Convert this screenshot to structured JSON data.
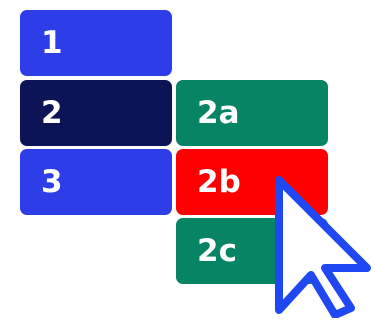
{
  "menu": {
    "items": [
      {
        "label": "1",
        "color": "#2d3de8"
      },
      {
        "label": "2",
        "color": "#0c1456",
        "state": "selected"
      },
      {
        "label": "3",
        "color": "#2d3de8"
      }
    ]
  },
  "submenu": {
    "items": [
      {
        "label": "2a",
        "color": "#068463"
      },
      {
        "label": "2b",
        "color": "#ff0000",
        "state": "hovered"
      },
      {
        "label": "2c",
        "color": "#068463"
      }
    ]
  },
  "cursor": {
    "icon": "mouse-pointer-icon",
    "fill": "#ffffff",
    "stroke": "#1f48f2"
  }
}
